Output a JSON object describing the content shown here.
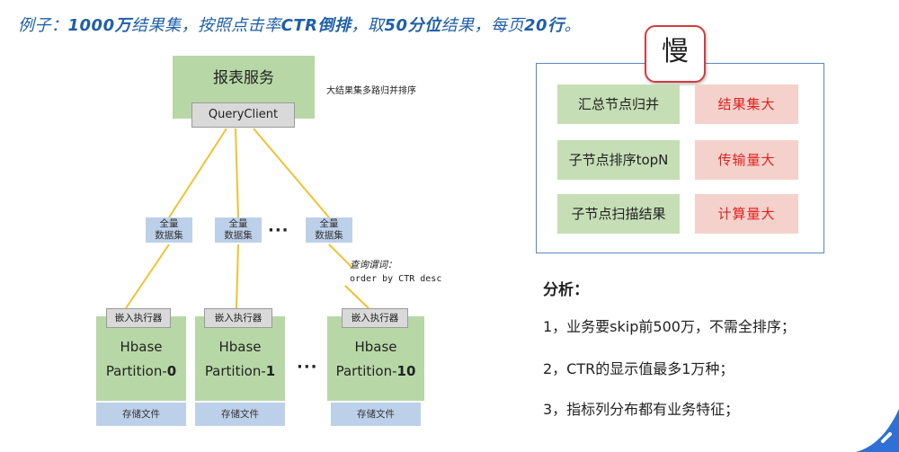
{
  "title": {
    "p1": "例子：",
    "p2": "1000万",
    "p3": "结果集，按照点击率",
    "p4": "CTR倒排",
    "p5": "，取",
    "p6": "50分位",
    "p7": "结果，每页",
    "p8": "20行",
    "p9": "。"
  },
  "report": {
    "label": "报表服务",
    "client": "QueryClient",
    "note": "大结果集多路归并排序"
  },
  "datasets": [
    {
      "l1": "全量",
      "l2": "数据集"
    },
    {
      "l1": "全量",
      "l2": "数据集"
    },
    {
      "l1": "全量",
      "l2": "数据集"
    }
  ],
  "ellipsis": "···",
  "query": {
    "line1": "查询谓词：",
    "line2": "order by CTR desc"
  },
  "partitions": [
    {
      "exec": "嵌入执行器",
      "name": "Hbase",
      "pname": "Partition-",
      "num": "0",
      "store": "存储文件"
    },
    {
      "exec": "嵌入执行器",
      "name": "Hbase",
      "pname": "Partition-",
      "num": "1",
      "store": "存储文件"
    },
    {
      "exec": "嵌入执行器",
      "name": "Hbase",
      "pname": "Partition-",
      "num": "10",
      "store": "存储文件"
    }
  ],
  "slow": "慢",
  "steps": [
    "汇总节点归并",
    "子节点排序topN",
    "子节点扫描结果"
  ],
  "issues": [
    "结果集大",
    "传输量大",
    "计算量大"
  ],
  "analysis": {
    "title": "分析：",
    "items": [
      "1，业务要skip前500万，不需全排序；",
      "2，CTR的显示值最多1万种；",
      "3，指标列分布都有业务特征；"
    ]
  },
  "colors": {
    "title": "#1f5fa8",
    "green": "#b7d8a6",
    "blue": "#bdd0ea",
    "gray": "#d9d9d9",
    "line": "#f2c12e",
    "issue_bg": "#f4d2cb",
    "issue_text": "#e02020",
    "panel_border": "#5b86c1"
  }
}
